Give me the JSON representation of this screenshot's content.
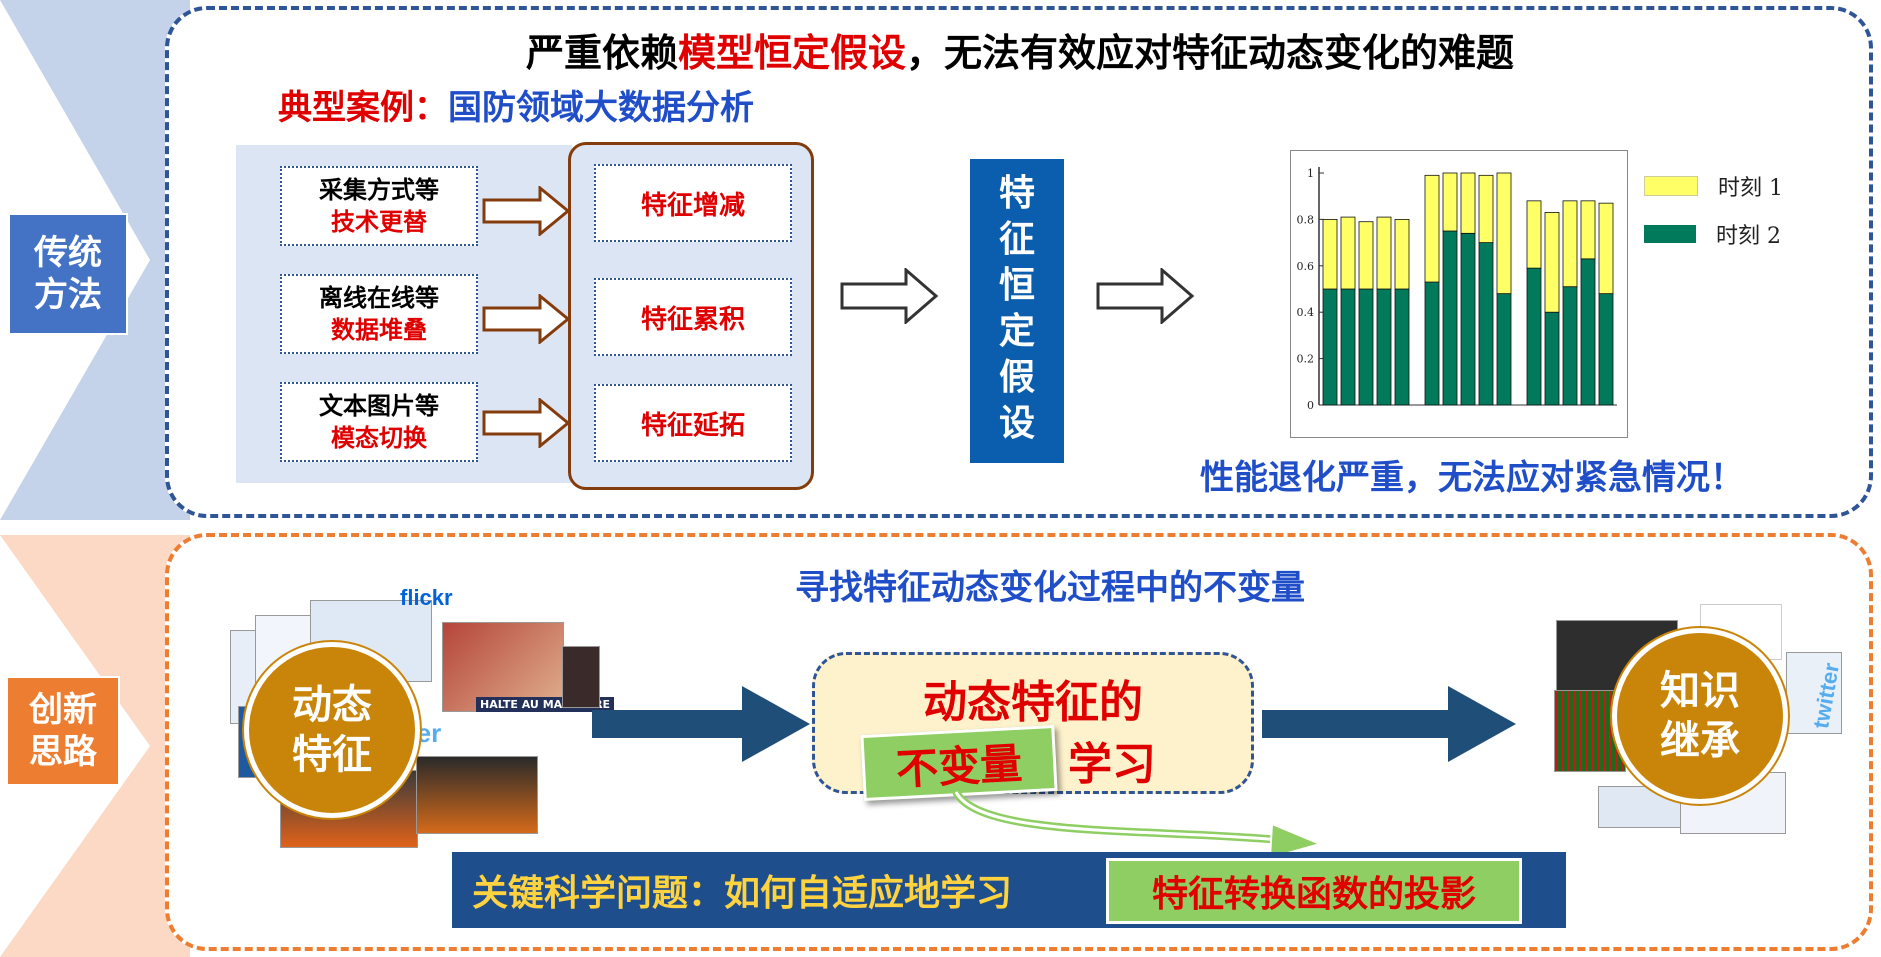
{
  "colors": {
    "blue_label": "#4472c4",
    "orange_label": "#ed7d31",
    "panel_top_border": "#2f5597",
    "panel_bot_border": "#ed7d31",
    "highlight_red": "#e00000",
    "text_blue": "#1f4ec8",
    "feature_box": "#0b5eae",
    "circle": "#c9850a",
    "key_bar": "#1f4e8c",
    "green": "#8fce62"
  },
  "top": {
    "side_label": "传统\n方法",
    "headline_pre": "严重依赖",
    "headline_hl": "模型恒定假设",
    "headline_post": "，无法有效应对特征动态变化的难题",
    "case_key": "典型案例：",
    "case_value": "国防领域大数据分析",
    "sources": [
      {
        "line1": "采集方式等",
        "line2": "技术更替"
      },
      {
        "line1": "离线在线等",
        "line2": "数据堆叠"
      },
      {
        "line1": "文本图片等",
        "line2": "模态切换"
      }
    ],
    "features": [
      "特征增减",
      "特征累积",
      "特征延拓"
    ],
    "vertical_chars": [
      "特",
      "征",
      "恒",
      "定",
      "假",
      "设"
    ],
    "conclusion": "性能退化严重，无法应对紧急情况！"
  },
  "bottom": {
    "side_label": "创新\n思路",
    "seek": "寻找特征动态变化过程中的不变量",
    "left_circle": "动态\n特征",
    "right_circle": "知识\n继承",
    "center_line1": "动态特征的",
    "center_invariant": "不变量",
    "center_learn": "学习",
    "key_question": "关键科学问题：如何自适应地学习",
    "key_highlight": "特征转换函数的投影",
    "thumb_flickr": "flickr",
    "thumb_halte": "HALTE AU MASSACRE",
    "thumb_twitter": "ter",
    "thumb_twitter2": "twitter"
  },
  "chart_data": {
    "type": "bar",
    "stacked": true,
    "ylim": [
      0,
      1
    ],
    "yticks": [
      "0",
      "0.2",
      "0.4",
      "0.6",
      "0.8",
      "1"
    ],
    "groups": 3,
    "bars_per_group": 5,
    "series": [
      {
        "name": "时刻 1",
        "color": "#ffff66",
        "values": [
          0.3,
          0.31,
          0.29,
          0.31,
          0.3,
          0.46,
          0.25,
          0.26,
          0.29,
          0.52,
          0.29,
          0.43,
          0.37,
          0.25,
          0.39
        ]
      },
      {
        "name": "时刻 2",
        "color": "#007a5a",
        "values": [
          0.5,
          0.5,
          0.5,
          0.5,
          0.5,
          0.53,
          0.75,
          0.74,
          0.7,
          0.48,
          0.59,
          0.4,
          0.51,
          0.63,
          0.48
        ]
      }
    ],
    "legend_position": "right"
  }
}
